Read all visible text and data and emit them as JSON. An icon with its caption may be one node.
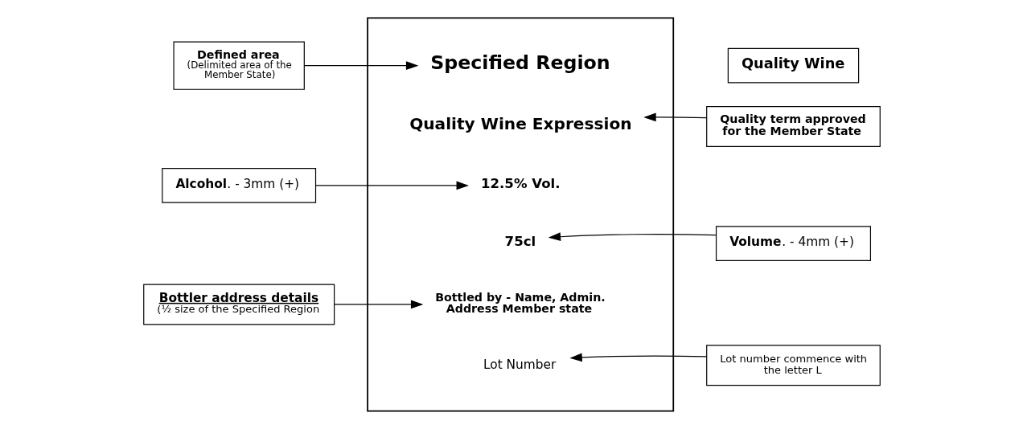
{
  "diagram": {
    "nodes": [
      {
        "text": [
          "Quality Wine"
        ]
      },
      {
        "text": [
          "Defined area",
          "(Delimited area of the Member State)"
        ]
      },
      {
        "text": [],
        "shape": "box"
      },
      {
        "text": [
          "Specified Region"
        ],
        "in": 2
      },
      {
        "text": [
          "Quality term approved for the Member State"
        ]
      },
      {
        "text": [
          "Quality Wine Expression"
        ],
        "in": 2
      },
      {
        "text": [
          "**Alcohol**. - 3mm (+)"
        ]
      },
      {
        "text": [
          "12.5% Vol."
        ],
        "in": 2
      },
      {
        "text": [
          "75cl"
        ],
        "in": 2
      },
      {
        "text": [
          "**Volume**. - 4mm (+)"
        ]
      },
      {
        "text": [
          "Bottler address details",
          "(½ size of the Specified Region"
        ]
      },
      {
        "text": [
          "Bottled by - Name, Admin. Address Member state"
        ],
        "in": 2
      },
      {
        "text": [
          "Lot Number"
        ],
        "in": 2
      },
      {
        "text": [
          "Lot number commence with the letter L"
        ]
      }
    ],
    "edges": [
      {
        "from": 1,
        "to": 3,
        "arrow": "to"
      },
      {
        "from": 4,
        "to": 5,
        "arrow": "to"
      },
      {
        "from": 6,
        "to": 7,
        "arrow": "to"
      },
      {
        "from": 9,
        "to": 8,
        "arrow": "to"
      },
      {
        "from": 10,
        "to": 11,
        "arrow": "to"
      },
      {
        "from": 13,
        "to": 12,
        "arrow": "to"
      }
    ]
  }
}
